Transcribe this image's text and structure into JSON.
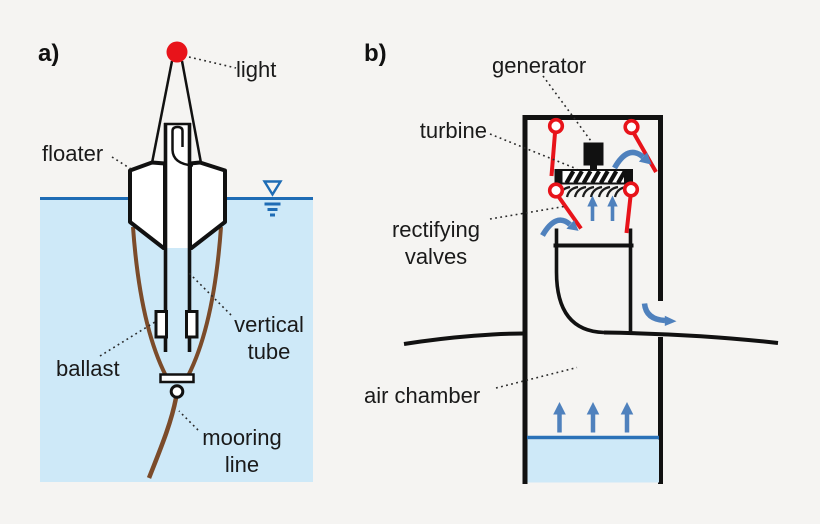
{
  "figure": {
    "type": "technical-diagram",
    "panel_a": {
      "label": "a)",
      "annotations": {
        "light": "light",
        "floater": "floater",
        "ballast": "ballast",
        "vertical_tube": "vertical\ntube",
        "mooring_line": "mooring\nline"
      },
      "icons": [
        "light-beacon",
        "water-level-symbol",
        "floater-hull",
        "vertical-tube",
        "ballast-blocks",
        "mooring-plate",
        "mooring-ring",
        "mooring-line"
      ]
    },
    "panel_b": {
      "label": "b)",
      "annotations": {
        "generator": "generator",
        "turbine": "turbine",
        "rectifying_valves": "rectifying\nvalves",
        "air_chamber": "air chamber"
      },
      "icons": [
        "generator-block",
        "turbine-rotor",
        "rectifying-valve",
        "airflow-curl-arrow",
        "airflow-up-arrow",
        "water-surface"
      ]
    },
    "colors": {
      "background": "#f5f4f2",
      "line_black": "#111111",
      "water_fill": "#cee9f8",
      "water_line": "#1e6cb5",
      "arrow_blue": "#4f81bd",
      "valve_red": "#e8131a",
      "mooring_brown": "#7b4b2a"
    }
  }
}
